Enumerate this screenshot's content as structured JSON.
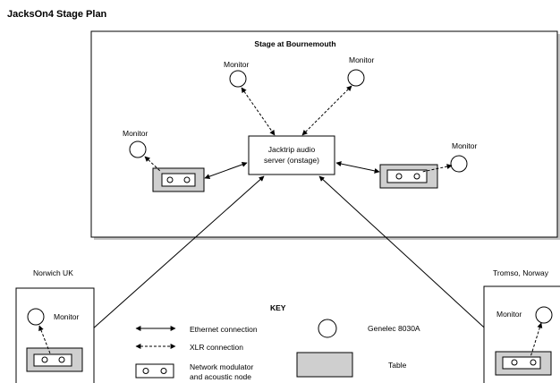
{
  "title": "JacksOn4 Stage Plan",
  "stage": {
    "title": "Stage at Bournemouth",
    "server_line1": "Jacktrip audio",
    "server_line2": "server (onstage)",
    "monitor_label": "Monitor"
  },
  "norwich": {
    "title": "Norwich UK",
    "monitor_label": "Monitor"
  },
  "tromso": {
    "title": "Tromso, Norway",
    "monitor_label": "Monitor"
  },
  "key": {
    "title": "KEY",
    "ethernet": "Ethernet connection",
    "xlr": "XLR connection",
    "node_line1": "Network modulator",
    "node_line2": "and acoustic node",
    "genelec": "Genelec 8030A",
    "table": "Table"
  },
  "colors": {
    "table_fill": "#cfcfcf",
    "stroke": "#000000",
    "shadow": "#9a9a9a"
  }
}
